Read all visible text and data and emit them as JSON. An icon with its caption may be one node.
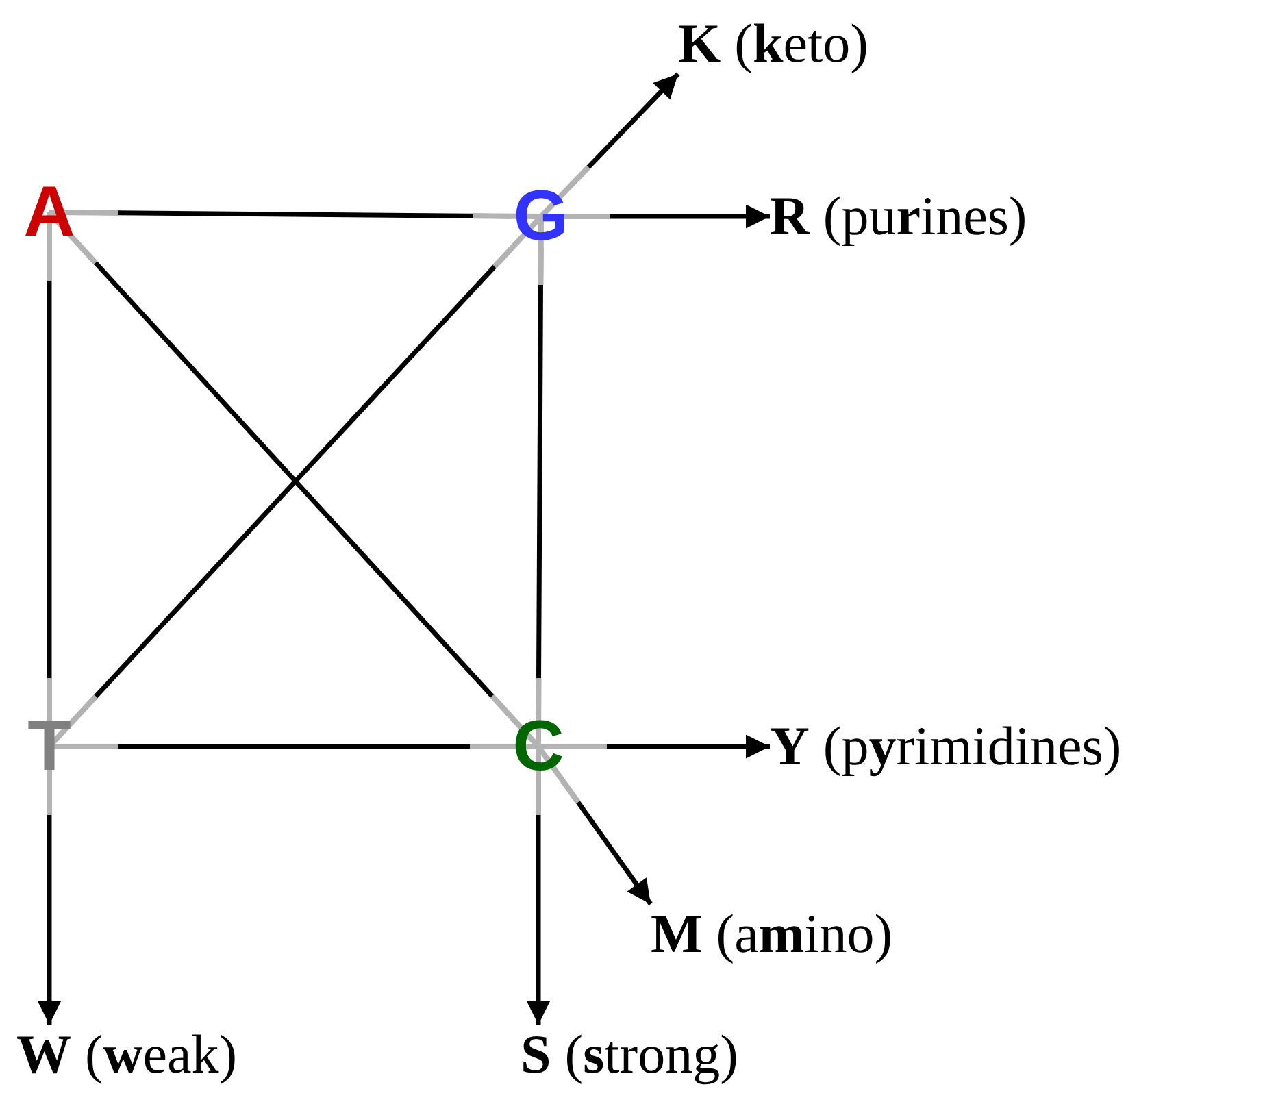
{
  "diagram": {
    "nodes": [
      {
        "text": [
          "**K** (**k**eto)"
        ]
      },
      {
        "text": [
          "A"
        ]
      },
      {
        "text": [
          "G"
        ]
      },
      {
        "text": [
          "**R** (pu**r**ines)"
        ]
      },
      {
        "text": [
          "T"
        ]
      },
      {
        "text": [
          "C"
        ]
      },
      {
        "text": [
          "**Y** (p**y**rimidines)"
        ]
      },
      {
        "text": [
          "**M** (a**m**ino)"
        ]
      },
      {
        "text": [
          "**W** (**w**eak)"
        ]
      },
      {
        "text": [
          "**S** (**s**trong)"
        ]
      }
    ],
    "edges": [
      {
        "from": 1,
        "to": 2,
        "arrow": "none"
      },
      {
        "from": 1,
        "to": 4,
        "arrow": "none"
      },
      {
        "from": 1,
        "to": 5,
        "arrow": "none"
      },
      {
        "from": 2,
        "to": 4,
        "arrow": "none"
      },
      {
        "from": 2,
        "to": 5,
        "arrow": "none"
      },
      {
        "from": 4,
        "to": 5,
        "arrow": "none"
      },
      {
        "from": 2,
        "to": 0,
        "arrow": "to"
      },
      {
        "from": 2,
        "to": 3,
        "arrow": "to"
      },
      {
        "from": 5,
        "to": 6,
        "arrow": "to"
      },
      {
        "from": 5,
        "to": 7,
        "arrow": "to"
      },
      {
        "from": 4,
        "to": 8,
        "arrow": "to"
      },
      {
        "from": 5,
        "to": 9,
        "arrow": "to"
      }
    ]
  }
}
